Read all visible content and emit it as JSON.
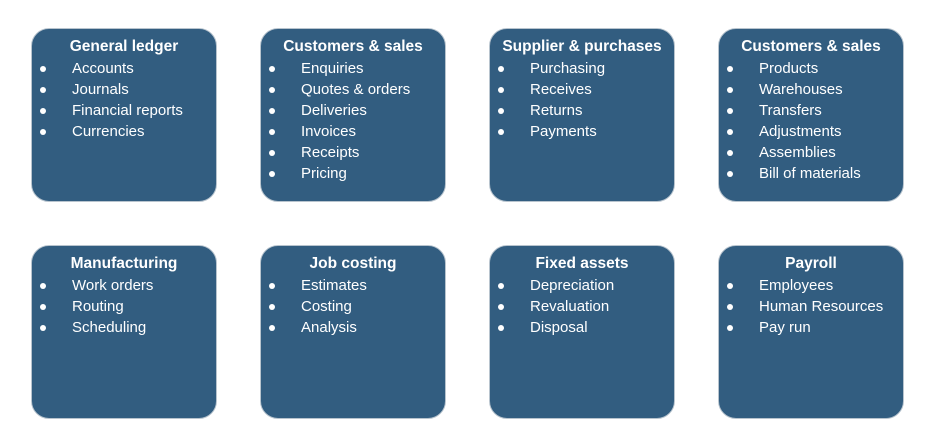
{
  "modules": [
    {
      "title": "General ledger",
      "items": [
        "Accounts",
        "Journals",
        "Financial reports",
        "Currencies"
      ]
    },
    {
      "title": "Customers & sales",
      "items": [
        "Enquiries",
        "Quotes & orders",
        "Deliveries",
        "Invoices",
        "Receipts",
        "Pricing"
      ]
    },
    {
      "title": "Supplier & purchases",
      "items": [
        "Purchasing",
        "Receives",
        "Returns",
        "Payments"
      ]
    },
    {
      "title": "Customers & sales",
      "items": [
        "Products",
        "Warehouses",
        "Transfers",
        "Adjustments",
        "Assemblies",
        "Bill of materials"
      ]
    },
    {
      "title": "Manufacturing",
      "items": [
        "Work orders",
        "Routing",
        "Scheduling"
      ]
    },
    {
      "title": "Job costing",
      "items": [
        "Estimates",
        "Costing",
        "Analysis"
      ]
    },
    {
      "title": "Fixed assets",
      "items": [
        "Depreciation",
        "Revaluation",
        "Disposal"
      ]
    },
    {
      "title": "Payroll",
      "items": [
        "Employees",
        "Human Resources",
        "Pay run"
      ]
    }
  ]
}
